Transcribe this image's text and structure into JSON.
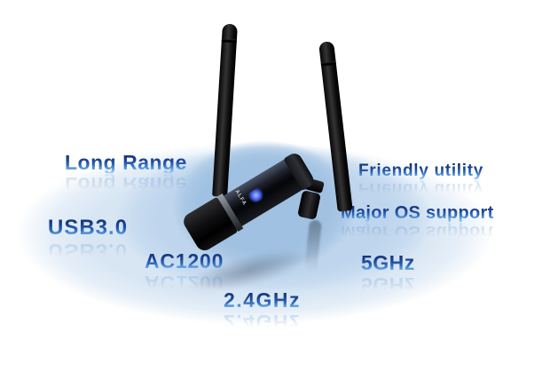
{
  "product": {
    "brand": "ALFA"
  },
  "features": [
    {
      "id": "long-range",
      "label": "Long Range"
    },
    {
      "id": "friendly-utility",
      "label": "Friendly utility"
    },
    {
      "id": "usb30",
      "label": "USB3.0"
    },
    {
      "id": "major-os-support",
      "label": "Major OS support"
    },
    {
      "id": "ac1200",
      "label": "AC1200"
    },
    {
      "id": "5ghz",
      "label": "5GHz"
    },
    {
      "id": "24ghz",
      "label": "2.4GHz"
    }
  ],
  "colors": {
    "background": "#ffffff",
    "label_gradient_top": "#0e2e6d",
    "label_gradient_bottom": "#a6cdf0",
    "wave_outer": "#d8e6f4",
    "wave_middle": "#bed5ed",
    "wave_inner": "#a0c1e1",
    "device_body": "#0a0b0e",
    "led": "#3c5be8"
  }
}
